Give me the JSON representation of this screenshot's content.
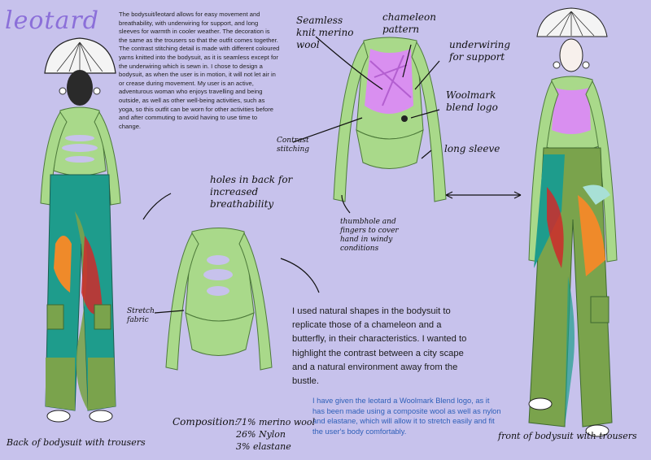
{
  "title": "leotard",
  "description": "The bodysuit/leotard allows for easy movement and breathability, with underwiring for support, and long sleeves for warmth in cooler weather. The decoration is the same as the trousers so that the outfit comes together. The contrast stitching detail is made with different coloured yarns knitted into the bodysuit, as it is seamless except for the underwiring which is sewn in. I chose to design a bodysuit, as when the user is in motion, it will not let air in or crease during movement. My user is an active, adventurous woman who enjoys travelling and being outside, as well as other well-being activities, such as yoga, so this outfit can be worn for other activities before and after commuting to avoid having to use time to change.",
  "natural_shapes_text": "I used natural shapes in the bodysuit to replicate those of a chameleon and a butterfly, in their characteristics. I wanted to highlight the contrast between a city scape and a natural environment away from the bustle.",
  "woolmark_text": "I have given the leotard a Woolmark Blend logo, as it has been made using a composite wool as well as nylon and elastane, which will allow it to stretch easily and fit the user's body comfortably.",
  "annotations": {
    "seamless": "Seamless knit merino wool",
    "chameleon": "chameleon pattern",
    "underwiring": "underwiring for support",
    "woolmark_logo": "Woolmark blend logo",
    "contrast": "Contrast stitching",
    "long_sleeve": "long sleeve",
    "holes": "holes in back for increased breathability",
    "thumbhole": "thumbhole and fingers to cover hand in windy conditions",
    "stretch": "Stretch fabric"
  },
  "composition": {
    "label": "Composition:",
    "lines": [
      "71% merino wool",
      "26% Nylon",
      "3% elastane"
    ]
  },
  "captions": {
    "back": "Back of bodysuit with trousers",
    "front": "front of bodysuit with trousers"
  },
  "colors": {
    "background": "#c7c2ec",
    "bodysuit_green": "#a9d98a",
    "pattern_pink": "#d98ff0",
    "trouser_teal": "#1e9c8c",
    "accent_orange": "#ef8a2a",
    "accent_red": "#cf2a2a"
  }
}
